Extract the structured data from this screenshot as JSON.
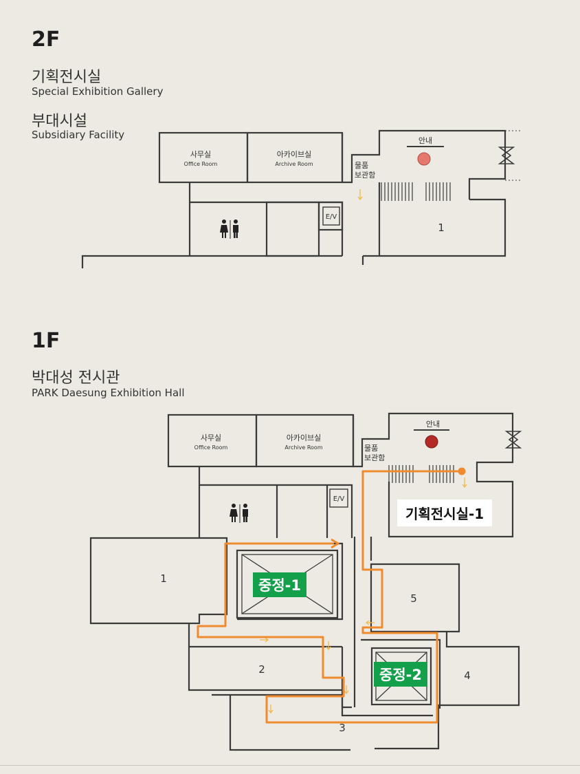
{
  "floor2": {
    "label": "2F",
    "titles": [
      {
        "ko": "기획전시실",
        "en": "Special Exhibition Gallery"
      },
      {
        "ko": "부대시설",
        "en": "Subsidiary Facility"
      }
    ],
    "rooms": {
      "office": {
        "ko": "사무실",
        "en": "Office Room"
      },
      "archive": {
        "ko": "아카이브실",
        "en": "Archive Room"
      },
      "storage": {
        "line1": "물품",
        "line2": "보관함"
      },
      "info": "안내",
      "elevator": "E/V",
      "room1": "1"
    }
  },
  "floor1": {
    "label": "1F",
    "title": {
      "ko": "박대성 전시관",
      "en": "PARK Daesung Exhibition Hall"
    },
    "rooms": {
      "office": {
        "ko": "사무실",
        "en": "Office Room"
      },
      "archive": {
        "ko": "아카이브실",
        "en": "Archive Room"
      },
      "storage": {
        "line1": "물품",
        "line2": "보관함"
      },
      "info": "안내",
      "elevator": "E/V",
      "room1": "1",
      "room2": "2",
      "room3": "3",
      "room4": "4",
      "room5": "5"
    },
    "callouts": {
      "special_gallery": "기획전시실-1",
      "courtyard1": "중정-1",
      "courtyard2": "중정-2"
    }
  },
  "colors": {
    "background": "#eceae2",
    "wall": "#3a3a3a",
    "route": "#ef8a2e",
    "courtyard_tag": "#14a04a",
    "info_marker_2f": "#e6776e",
    "info_marker_1f": "#b32a26"
  },
  "icons": [
    "restroom-icon",
    "hourglass-entrance-icon",
    "info-marker-icon",
    "stairs-icon"
  ]
}
